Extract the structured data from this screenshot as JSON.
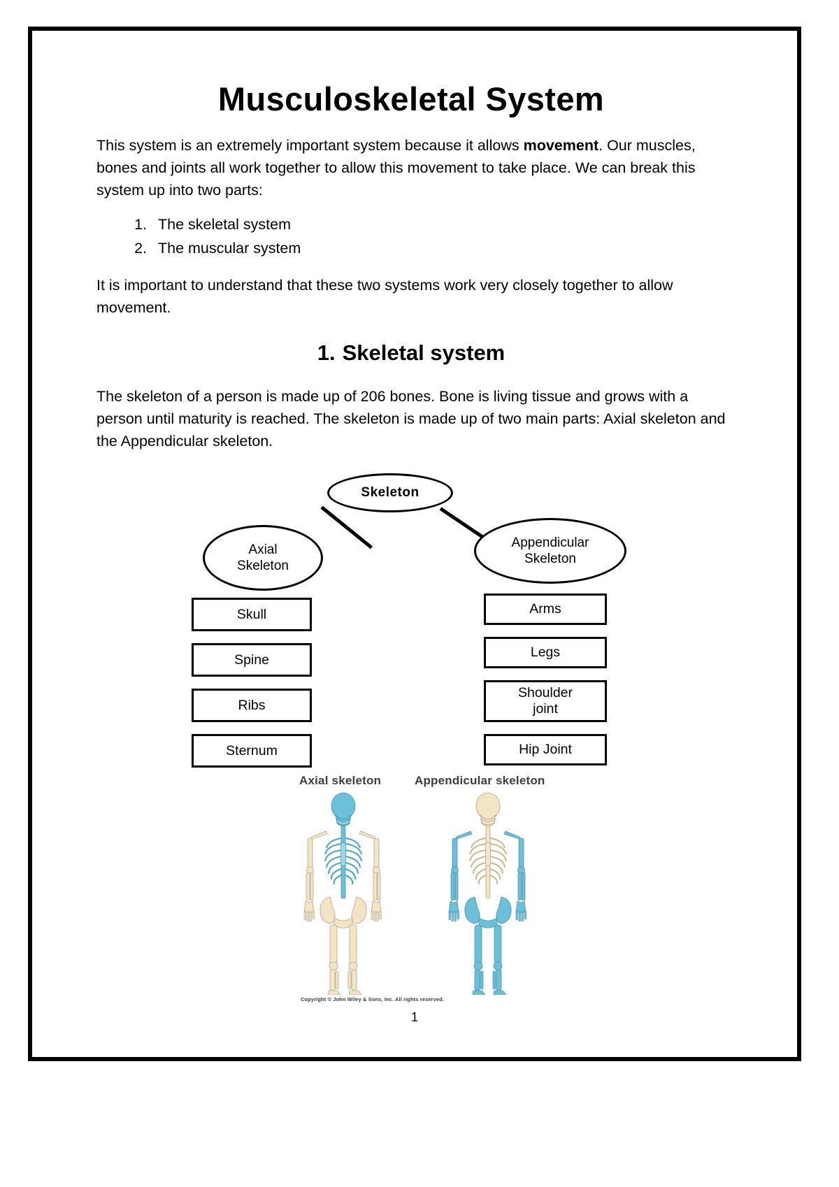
{
  "document": {
    "title": "Musculoskeletal System",
    "page_number": "1"
  },
  "intro": {
    "text_before_bold": "This system is an extremely important system because it allows ",
    "bold_word": "movement",
    "text_after_bold": ". Our muscles, bones and joints all work together to allow this movement to take place. We can break this system up into two parts:"
  },
  "parts_list": [
    "The skeletal system",
    "The muscular system"
  ],
  "note_paragraph": "It is important to understand that these two systems work very closely together to allow movement.",
  "section": {
    "number": "1.",
    "heading": "Skeletal system",
    "paragraph": "The skeleton of a person is made up of 206 bones. Bone is living tissue and grows with a person until maturity is reached. The skeleton is made up of two main parts: Axial skeleton and the Appendicular skeleton."
  },
  "diagram": {
    "root": "Skeleton",
    "left_branch": "Axial\nSkeleton",
    "left_branch_line1": "Axial",
    "left_branch_line2": "Skeleton",
    "right_branch_line1": "Appendicular",
    "right_branch_line2": "Skeleton",
    "left_items": [
      "Skull",
      "Spine",
      "Ribs",
      "Sternum"
    ],
    "right_items": [
      "Arms",
      "Legs",
      "Shoulder joint",
      "Hip Joint"
    ],
    "right_items_multiline": {
      "shoulder_line1": "Shoulder",
      "shoulder_line2": "joint"
    }
  },
  "figure": {
    "label_left": "Axial skeleton",
    "label_right": "Appendicular skeleton",
    "copyright": "Copyright © John Wiley & Sons, Inc. All rights reserved.",
    "colors": {
      "axial_highlight": "#5cb8d4",
      "appendicular_highlight": "#5cb8d4",
      "bone_neutral": "#f2e2c4",
      "label_text": "#3d3d3d"
    }
  }
}
